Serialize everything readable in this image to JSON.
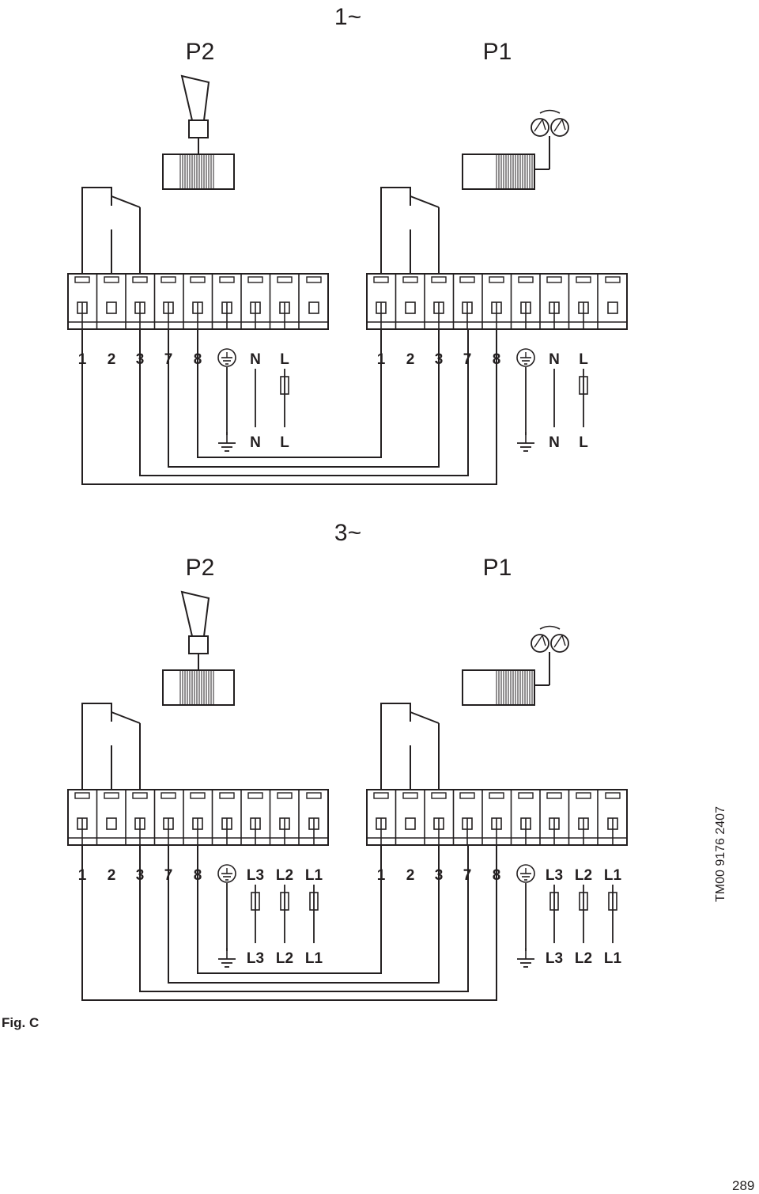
{
  "figure_label": "Fig. C",
  "document_code": "TM00 9176 2407",
  "page_number": "289",
  "diagrams": [
    {
      "phase_label": "1~",
      "pump_left_label": "P2",
      "pump_right_label": "P1",
      "terminals": [
        "1",
        "2",
        "3",
        "7",
        "8",
        "",
        "N",
        "L"
      ],
      "supply_labels": [
        "N",
        "L"
      ]
    },
    {
      "phase_label": "3~",
      "pump_left_label": "P2",
      "pump_right_label": "P1",
      "terminals": [
        "1",
        "2",
        "3",
        "7",
        "8",
        "",
        "L3",
        "L2",
        "L1"
      ],
      "supply_labels": [
        "L3",
        "L2",
        "L1"
      ]
    }
  ],
  "colors": {
    "line": "#231f20",
    "background": "#ffffff"
  },
  "icons": [
    "alarm-horn-icon",
    "relay-coil-icon",
    "twin-pump-icon",
    "ground-symbol-icon",
    "fuse-icon"
  ]
}
